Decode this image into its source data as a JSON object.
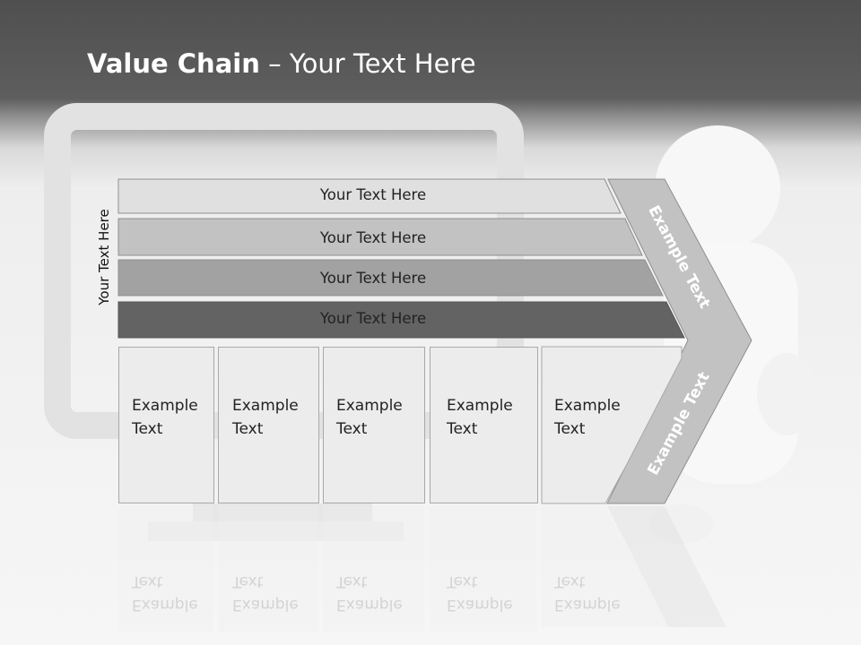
{
  "title": {
    "bold": "Value Chain",
    "rest": " – Your Text Here"
  },
  "side_label": "Your Text Here",
  "bars": [
    {
      "label": "Your Text Here",
      "fill": "#e0e0e0"
    },
    {
      "label": "Your Text Here",
      "fill": "#c2c2c2"
    },
    {
      "label": "Your Text Here",
      "fill": "#a2a2a2"
    },
    {
      "label": "Your Text Here",
      "fill": "#636363"
    }
  ],
  "boxes": [
    {
      "label": "Example\nText"
    },
    {
      "label": "Example\nText"
    },
    {
      "label": "Example\nText"
    },
    {
      "label": "Example\nText"
    },
    {
      "label": "Example\nText"
    }
  ],
  "chevron": {
    "upper_label": "Example Text",
    "lower_label": "Example Text",
    "fill": "#c2c2c2"
  },
  "colors": {
    "header_dark": "#4f4f4f",
    "box_fill": "#ececec",
    "border": "#8f8f8f"
  }
}
